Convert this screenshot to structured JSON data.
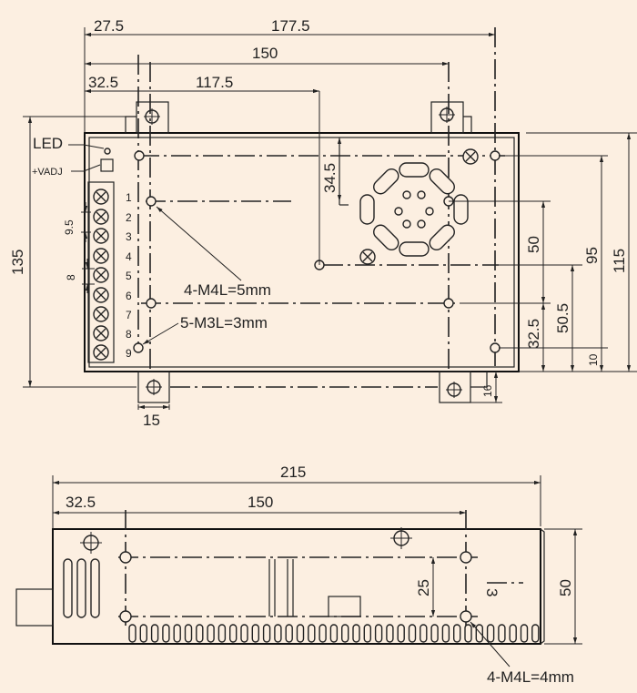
{
  "top_view": {
    "dims": {
      "overall_width": "177.5",
      "left_offset": "27.5",
      "hole_spacing": "150",
      "mount_offset": "32.5",
      "center_offset": "117.5",
      "fan_offset": "34.5",
      "height_overall": "135",
      "height_115": "115",
      "height_95": "95",
      "height_50": "50",
      "height_50_5": "50.5",
      "height_32_5": "32.5",
      "height_10": "10",
      "tab_height": "16",
      "tab_width": "15",
      "terminal_pitch": "9.5",
      "terminal_width": "8"
    },
    "labels": {
      "led": "LED",
      "vadj": "+VADJ",
      "m4": "4-M4L=5mm",
      "m3": "5-M3L=3mm"
    },
    "terminals": [
      "1",
      "2",
      "3",
      "4",
      "5",
      "6",
      "7",
      "8",
      "9"
    ]
  },
  "side_view": {
    "dims": {
      "overall_length": "215",
      "mount_offset": "32.5",
      "hole_spacing": "150",
      "hole_height": "25",
      "slot_offset": "3",
      "height": "50"
    },
    "labels": {
      "m4": "4-M4L=4mm"
    }
  }
}
